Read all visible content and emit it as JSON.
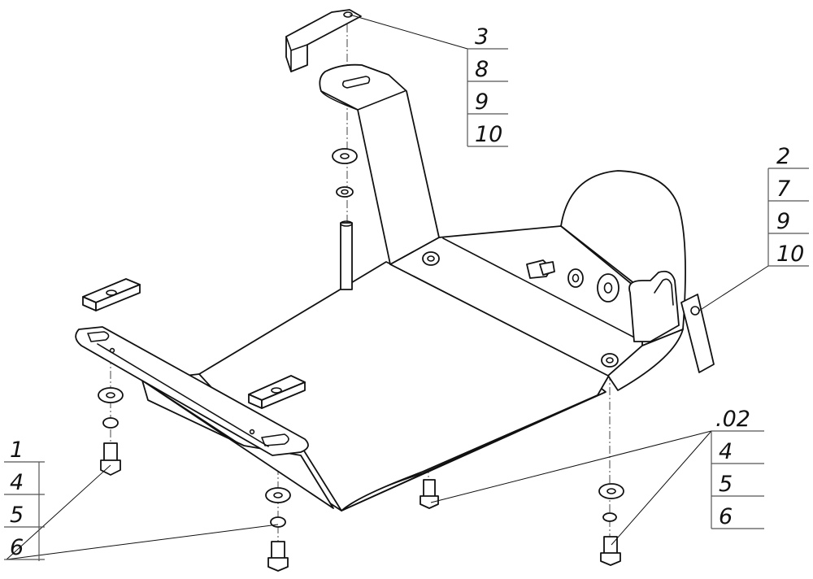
{
  "callouts": {
    "top": [
      "3",
      "8",
      "9",
      "10"
    ],
    "right": [
      "2",
      "7",
      "9",
      "10"
    ],
    "bottom_left": [
      "1",
      "4",
      "5",
      "6"
    ],
    "bottom_right": [
      ".02",
      "4",
      "5",
      "6"
    ]
  }
}
